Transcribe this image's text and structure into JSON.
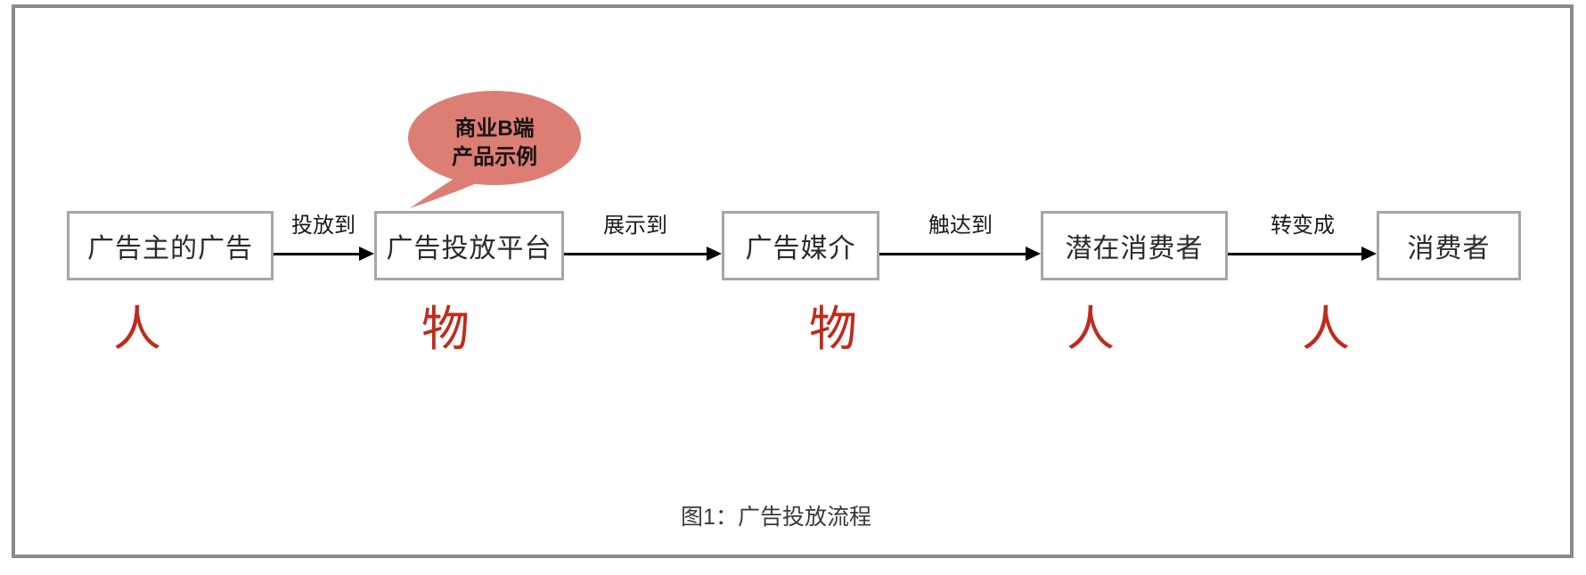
{
  "figure": {
    "caption": "图1：广告投放流程",
    "bubble": {
      "line1": "商业B端",
      "line2": "产品示例",
      "fill_color": "#dd7e74",
      "text_color": "#141414"
    },
    "colors": {
      "frame_border": "#8a8a8a",
      "node_border": "#a6a6a6",
      "arrow": "#000000",
      "tag_red": "#c02b1d"
    },
    "nodes": [
      {
        "label": "广告主的广告",
        "tag": "人"
      },
      {
        "label": "广告投放平台",
        "tag": "物"
      },
      {
        "label": "广告媒介",
        "tag": "物"
      },
      {
        "label": "潜在消费者",
        "tag": "人"
      },
      {
        "label": "消费者",
        "tag": "人"
      }
    ],
    "arrows": [
      {
        "label": "投放到"
      },
      {
        "label": "展示到"
      },
      {
        "label": "触达到"
      },
      {
        "label": "转变成"
      }
    ]
  }
}
